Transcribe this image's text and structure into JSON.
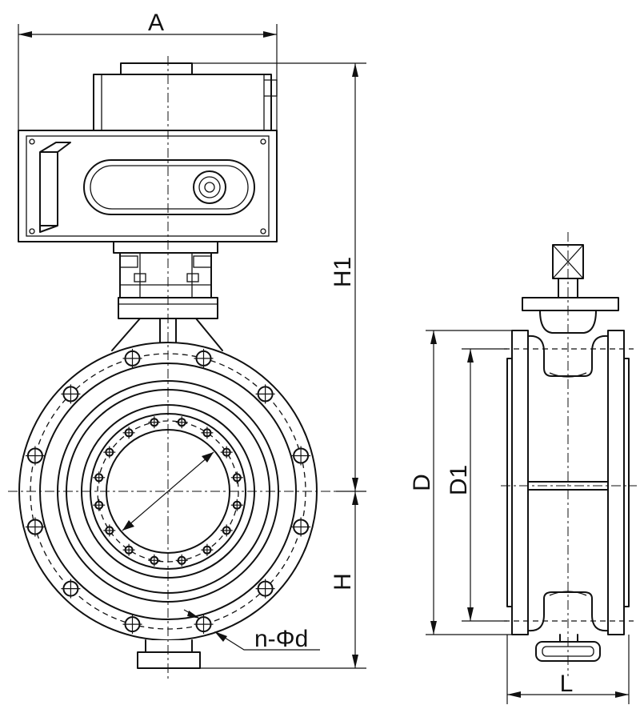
{
  "labels": {
    "A": "A",
    "H1": "H1",
    "H": "H",
    "D": "D",
    "D1": "D1",
    "L": "L",
    "bolt": "n-Φd"
  }
}
